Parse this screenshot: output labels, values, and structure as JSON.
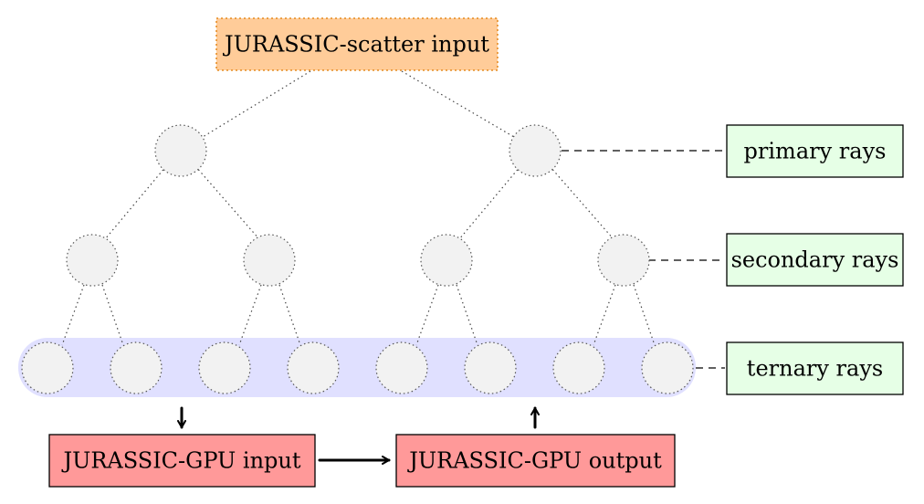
{
  "colors": {
    "scatter_fill": "#ffcc99",
    "scatter_stroke": "#e07a00",
    "ray_fill": "#e6ffe6",
    "gpu_fill": "#ff9999",
    "band_fill": "#e0e0ff",
    "node_fill": "#f2f2f2"
  },
  "boxes": {
    "scatter_input": "JURASSIC-scatter input",
    "primary": "primary rays",
    "secondary": "secondary rays",
    "ternary": "ternary rays",
    "gpu_input": "JURASSIC-GPU input",
    "gpu_output": "JURASSIC-GPU output"
  },
  "tree": {
    "levels": [
      {
        "name": "primary",
        "nodes": 2
      },
      {
        "name": "secondary",
        "nodes": 4
      },
      {
        "name": "ternary",
        "nodes": 8
      }
    ]
  }
}
